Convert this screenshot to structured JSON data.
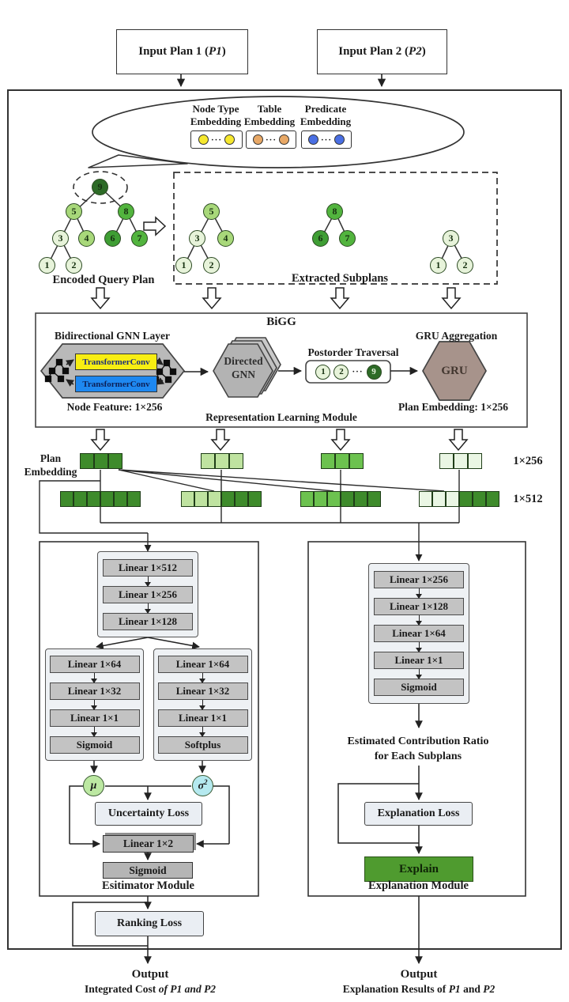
{
  "colors": {
    "node_dark": "#2d6b27",
    "node_middark": "#3f9e34",
    "node_mid": "#52b43e",
    "node_light": "#a8d87a",
    "node_pale": "#e7f3da",
    "cell_dark": "#3e8b2b",
    "cell_mid": "#6cc24f",
    "cell_light": "#bfe3a0",
    "cell_pale": "#eaf6e4",
    "embed_yellow": "#f6e82e",
    "embed_orange": "#e8a866",
    "embed_blue": "#4a6fe3",
    "tconv_yellow": "#f8ee12",
    "tconv_blue": "#1e88f0",
    "gray_hexagon": "#b9b9b9",
    "gru_hexagon": "#a7938b",
    "linear_box_gray": "#c3c3c3",
    "group_bg": "#eef1f4",
    "loss_bg": "#eaeef3",
    "explain_green": "#4f9b2f",
    "mu_green": "#bce8a2",
    "sigma_cyan": "#b5e9ef"
  },
  "inputs": {
    "plan1": {
      "pre": "Input Plan 1 (",
      "em": "P1",
      "post": ")"
    },
    "plan2": {
      "pre": "Input Plan 2 (",
      "em": "P2",
      "post": ")"
    }
  },
  "bubble": {
    "dots": "···",
    "cols": [
      {
        "name": "Node Type",
        "sub": "Embedding"
      },
      {
        "name": "Table",
        "sub": "Embedding"
      },
      {
        "name": "Predicate",
        "sub": "Embedding"
      }
    ]
  },
  "trees": {
    "encoded_label": "Encoded Query Plan",
    "subplans_label": "Extracted Subplans",
    "encoded": {
      "nodes": [
        "9",
        "5",
        "8",
        "3",
        "4",
        "6",
        "7",
        "1",
        "2"
      ]
    },
    "subplan_a": {
      "nodes": [
        "5",
        "3",
        "4",
        "1",
        "2"
      ]
    },
    "subplan_b": {
      "nodes": [
        "8",
        "6",
        "7"
      ]
    },
    "subplan_c": {
      "nodes": [
        "3",
        "1",
        "2"
      ]
    }
  },
  "bigg": {
    "title": "BiGG",
    "bgnn_label": "Bidirectional GNN Layer",
    "tconv1": "TransformerConv",
    "tconv2": "TransformerConv",
    "directed_line1": "Directed",
    "directed_line2": "GNN",
    "postorder_label": "Postorder Traversal",
    "postorder_cells": [
      "1",
      "2",
      "···",
      "9"
    ],
    "gru_label": "GRU Aggregation",
    "gru": "GRU",
    "node_feature": "Node Feature: 1×256",
    "plan_embedding": "Plan Embedding: 1×256",
    "module_label": "Representation Learning Module"
  },
  "embedding": {
    "label_line1": "Plan",
    "label_line2": "Embedding",
    "dim_256": "1×256",
    "dim_512": "1×512",
    "bars_256": [
      [
        "dark",
        "dark",
        "dark"
      ],
      [
        "light",
        "light",
        "light"
      ],
      [
        "mid",
        "mid",
        "mid"
      ],
      [
        "pale",
        "pale",
        "pale"
      ]
    ],
    "bars_512": [
      [
        "dark",
        "dark",
        "dark",
        "dark",
        "dark",
        "dark"
      ],
      [
        "light",
        "light",
        "light",
        "dark",
        "dark",
        "dark"
      ],
      [
        "mid",
        "mid",
        "mid",
        "dark",
        "dark",
        "dark"
      ],
      [
        "pale",
        "pale",
        "pale",
        "dark",
        "dark",
        "dark"
      ]
    ]
  },
  "estimator": {
    "top_chain": [
      "Linear 1×512",
      "Linear 1×256",
      "Linear 1×128"
    ],
    "left_chain": [
      "Linear 1×64",
      "Linear 1×32",
      "Linear 1×1",
      "Sigmoid"
    ],
    "right_chain": [
      "Linear 1×64",
      "Linear 1×32",
      "Linear 1×1",
      "Softplus"
    ],
    "mu": "μ",
    "sigma": "σ",
    "sigma_sup": "2",
    "uncertainty_loss": "Uncertainty Loss",
    "linear_1x2": "Linear 1×2",
    "sigmoid": "Sigmoid",
    "module_label": "Esitimator Module",
    "ranking_loss": "Ranking Loss"
  },
  "explanation": {
    "chain": [
      "Linear 1×256",
      "Linear 1×128",
      "Linear 1×64",
      "Linear 1×1",
      "Sigmoid"
    ],
    "ratio_line1": "Estimated Contribution Ratio",
    "ratio_line2": "for Each Subplans",
    "loss": "Explanation Loss",
    "explain": "Explain",
    "module_label": "Explanation Module"
  },
  "outputs": {
    "left": {
      "title": "Output",
      "pre": "Integrated Cost ",
      "em": "of P1 and P2"
    },
    "right": {
      "title": "Output",
      "pre": "Explanation Results of ",
      "em1": "P1",
      "mid": " and ",
      "em2": "P2"
    }
  }
}
